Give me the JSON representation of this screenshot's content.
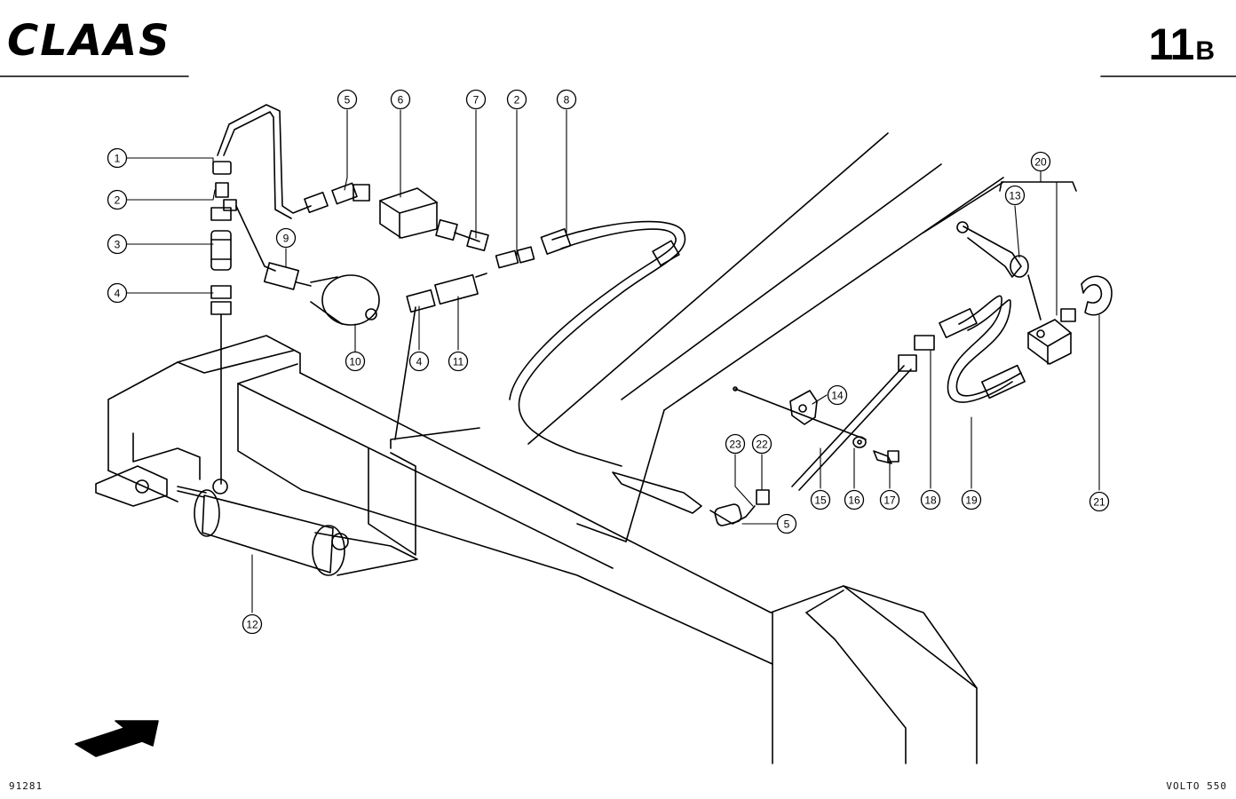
{
  "header": {
    "brand": "CLAAS",
    "page_number": "11",
    "page_suffix": "B"
  },
  "footer": {
    "drawing_number": "91281",
    "model": "VOLTO 550"
  },
  "callouts": [
    "1",
    "2",
    "3",
    "4",
    "5",
    "6",
    "7",
    "2",
    "8",
    "9",
    "10",
    "4",
    "11",
    "12",
    "20",
    "13",
    "14",
    "23",
    "22",
    "15",
    "16",
    "17",
    "18",
    "19",
    "21",
    "5"
  ]
}
